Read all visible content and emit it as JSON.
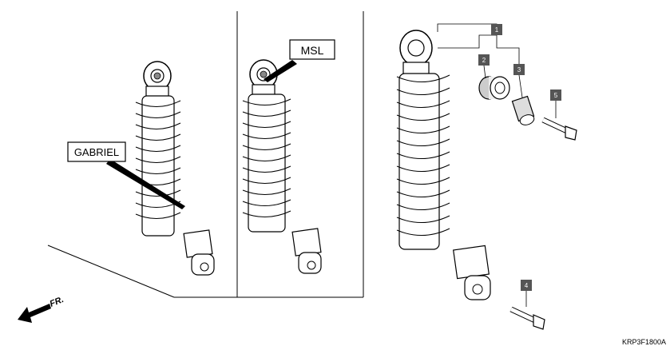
{
  "callouts": {
    "gabriel": "GABRIEL",
    "msl": "MSL"
  },
  "parts": [
    {
      "ref": "1"
    },
    {
      "ref": "2"
    },
    {
      "ref": "3"
    },
    {
      "ref": "4"
    },
    {
      "ref": "5"
    }
  ],
  "direction_label": "FR.",
  "figure_code": "KRP3F1800A"
}
